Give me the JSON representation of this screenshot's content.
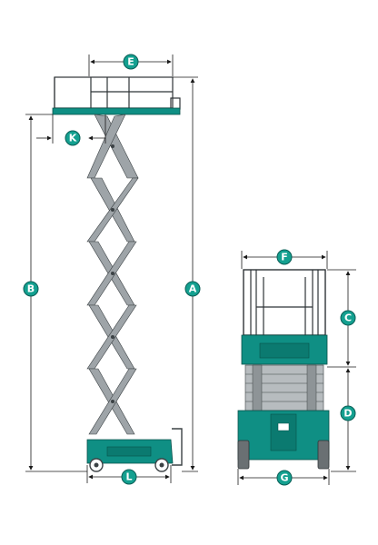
{
  "colors": {
    "body": "#0f8f84",
    "body_dark": "#07675f",
    "badge_fill": "#14a090",
    "badge_stroke": "#0a5e56",
    "steel": "#9ea4a8"
  },
  "labels": {
    "A": "A",
    "B": "B",
    "C": "C",
    "D": "D",
    "E": "E",
    "F": "F",
    "G": "G",
    "K": "K",
    "L": "L"
  }
}
